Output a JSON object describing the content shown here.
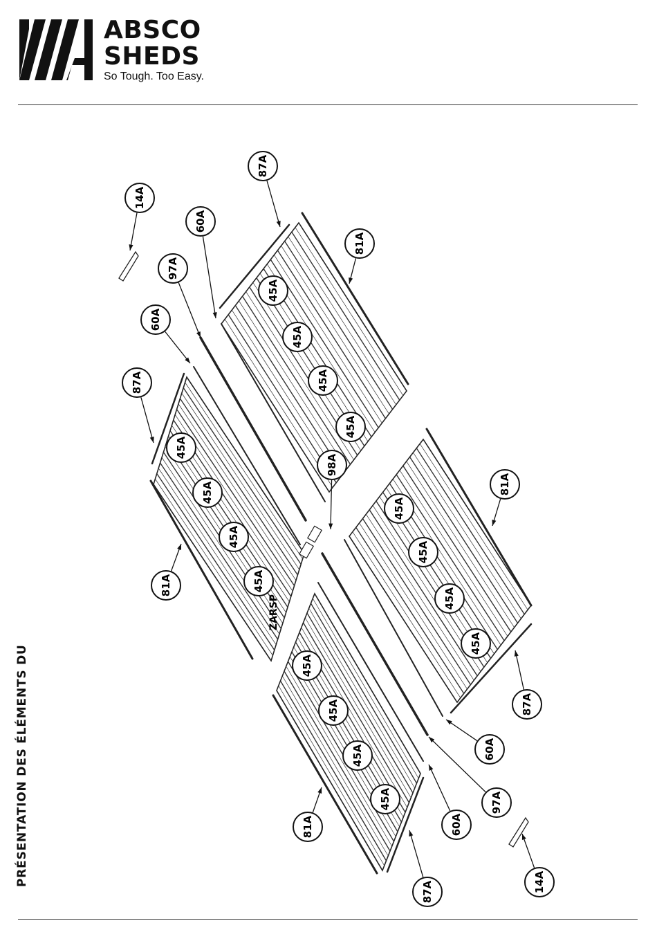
{
  "header": {
    "brand_line1": "ABSCO",
    "brand_line2": "SHEDS",
    "tagline": "So Tough. Too Easy."
  },
  "side_title": "PRÉSENTATION DES ÉLÉMENTS DU",
  "note_text": "ZARSP",
  "callouts": [
    {
      "id": "c01",
      "label": "87A"
    },
    {
      "id": "c02",
      "label": "14A"
    },
    {
      "id": "c03",
      "label": "60A"
    },
    {
      "id": "c04",
      "label": "81A"
    },
    {
      "id": "c05",
      "label": "97A"
    },
    {
      "id": "c06",
      "label": "45A"
    },
    {
      "id": "c07",
      "label": "60A"
    },
    {
      "id": "c08",
      "label": "45A"
    },
    {
      "id": "c09",
      "label": "87A"
    },
    {
      "id": "c10",
      "label": "45A"
    },
    {
      "id": "c11",
      "label": "45A"
    },
    {
      "id": "c12",
      "label": "45A"
    },
    {
      "id": "c13",
      "label": "98A"
    },
    {
      "id": "c14",
      "label": "45A"
    },
    {
      "id": "c15",
      "label": "81A"
    },
    {
      "id": "c16",
      "label": "45A"
    },
    {
      "id": "c17",
      "label": "45A"
    },
    {
      "id": "c18",
      "label": "45A"
    },
    {
      "id": "c19",
      "label": "45A"
    },
    {
      "id": "c20",
      "label": "45A"
    },
    {
      "id": "c21",
      "label": "81A"
    },
    {
      "id": "c22",
      "label": "45A"
    },
    {
      "id": "c23",
      "label": "45A"
    },
    {
      "id": "c24",
      "label": "45A"
    },
    {
      "id": "c25",
      "label": "45A"
    },
    {
      "id": "c26",
      "label": "45A"
    },
    {
      "id": "c27",
      "label": "87A"
    },
    {
      "id": "c28",
      "label": "60A"
    },
    {
      "id": "c29",
      "label": "97A"
    },
    {
      "id": "c30",
      "label": "60A"
    },
    {
      "id": "c31",
      "label": "81A"
    },
    {
      "id": "c32",
      "label": "14A"
    },
    {
      "id": "c33",
      "label": "87A"
    }
  ]
}
